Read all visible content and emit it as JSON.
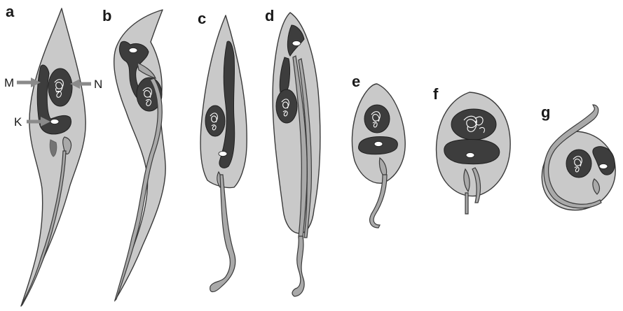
{
  "figure": {
    "panel_labels": [
      "a",
      "b",
      "c",
      "d",
      "e",
      "f",
      "g"
    ],
    "structure_labels": {
      "mitochondrion": "M",
      "nucleus": "N",
      "kinetoplast": "K"
    },
    "colors": {
      "cytoplasm": "#c9c9c9",
      "organelle": "#3d3d3d",
      "outline": "#3a3a3a",
      "arrow": "#8a8a8a",
      "background": "#ffffff"
    }
  }
}
